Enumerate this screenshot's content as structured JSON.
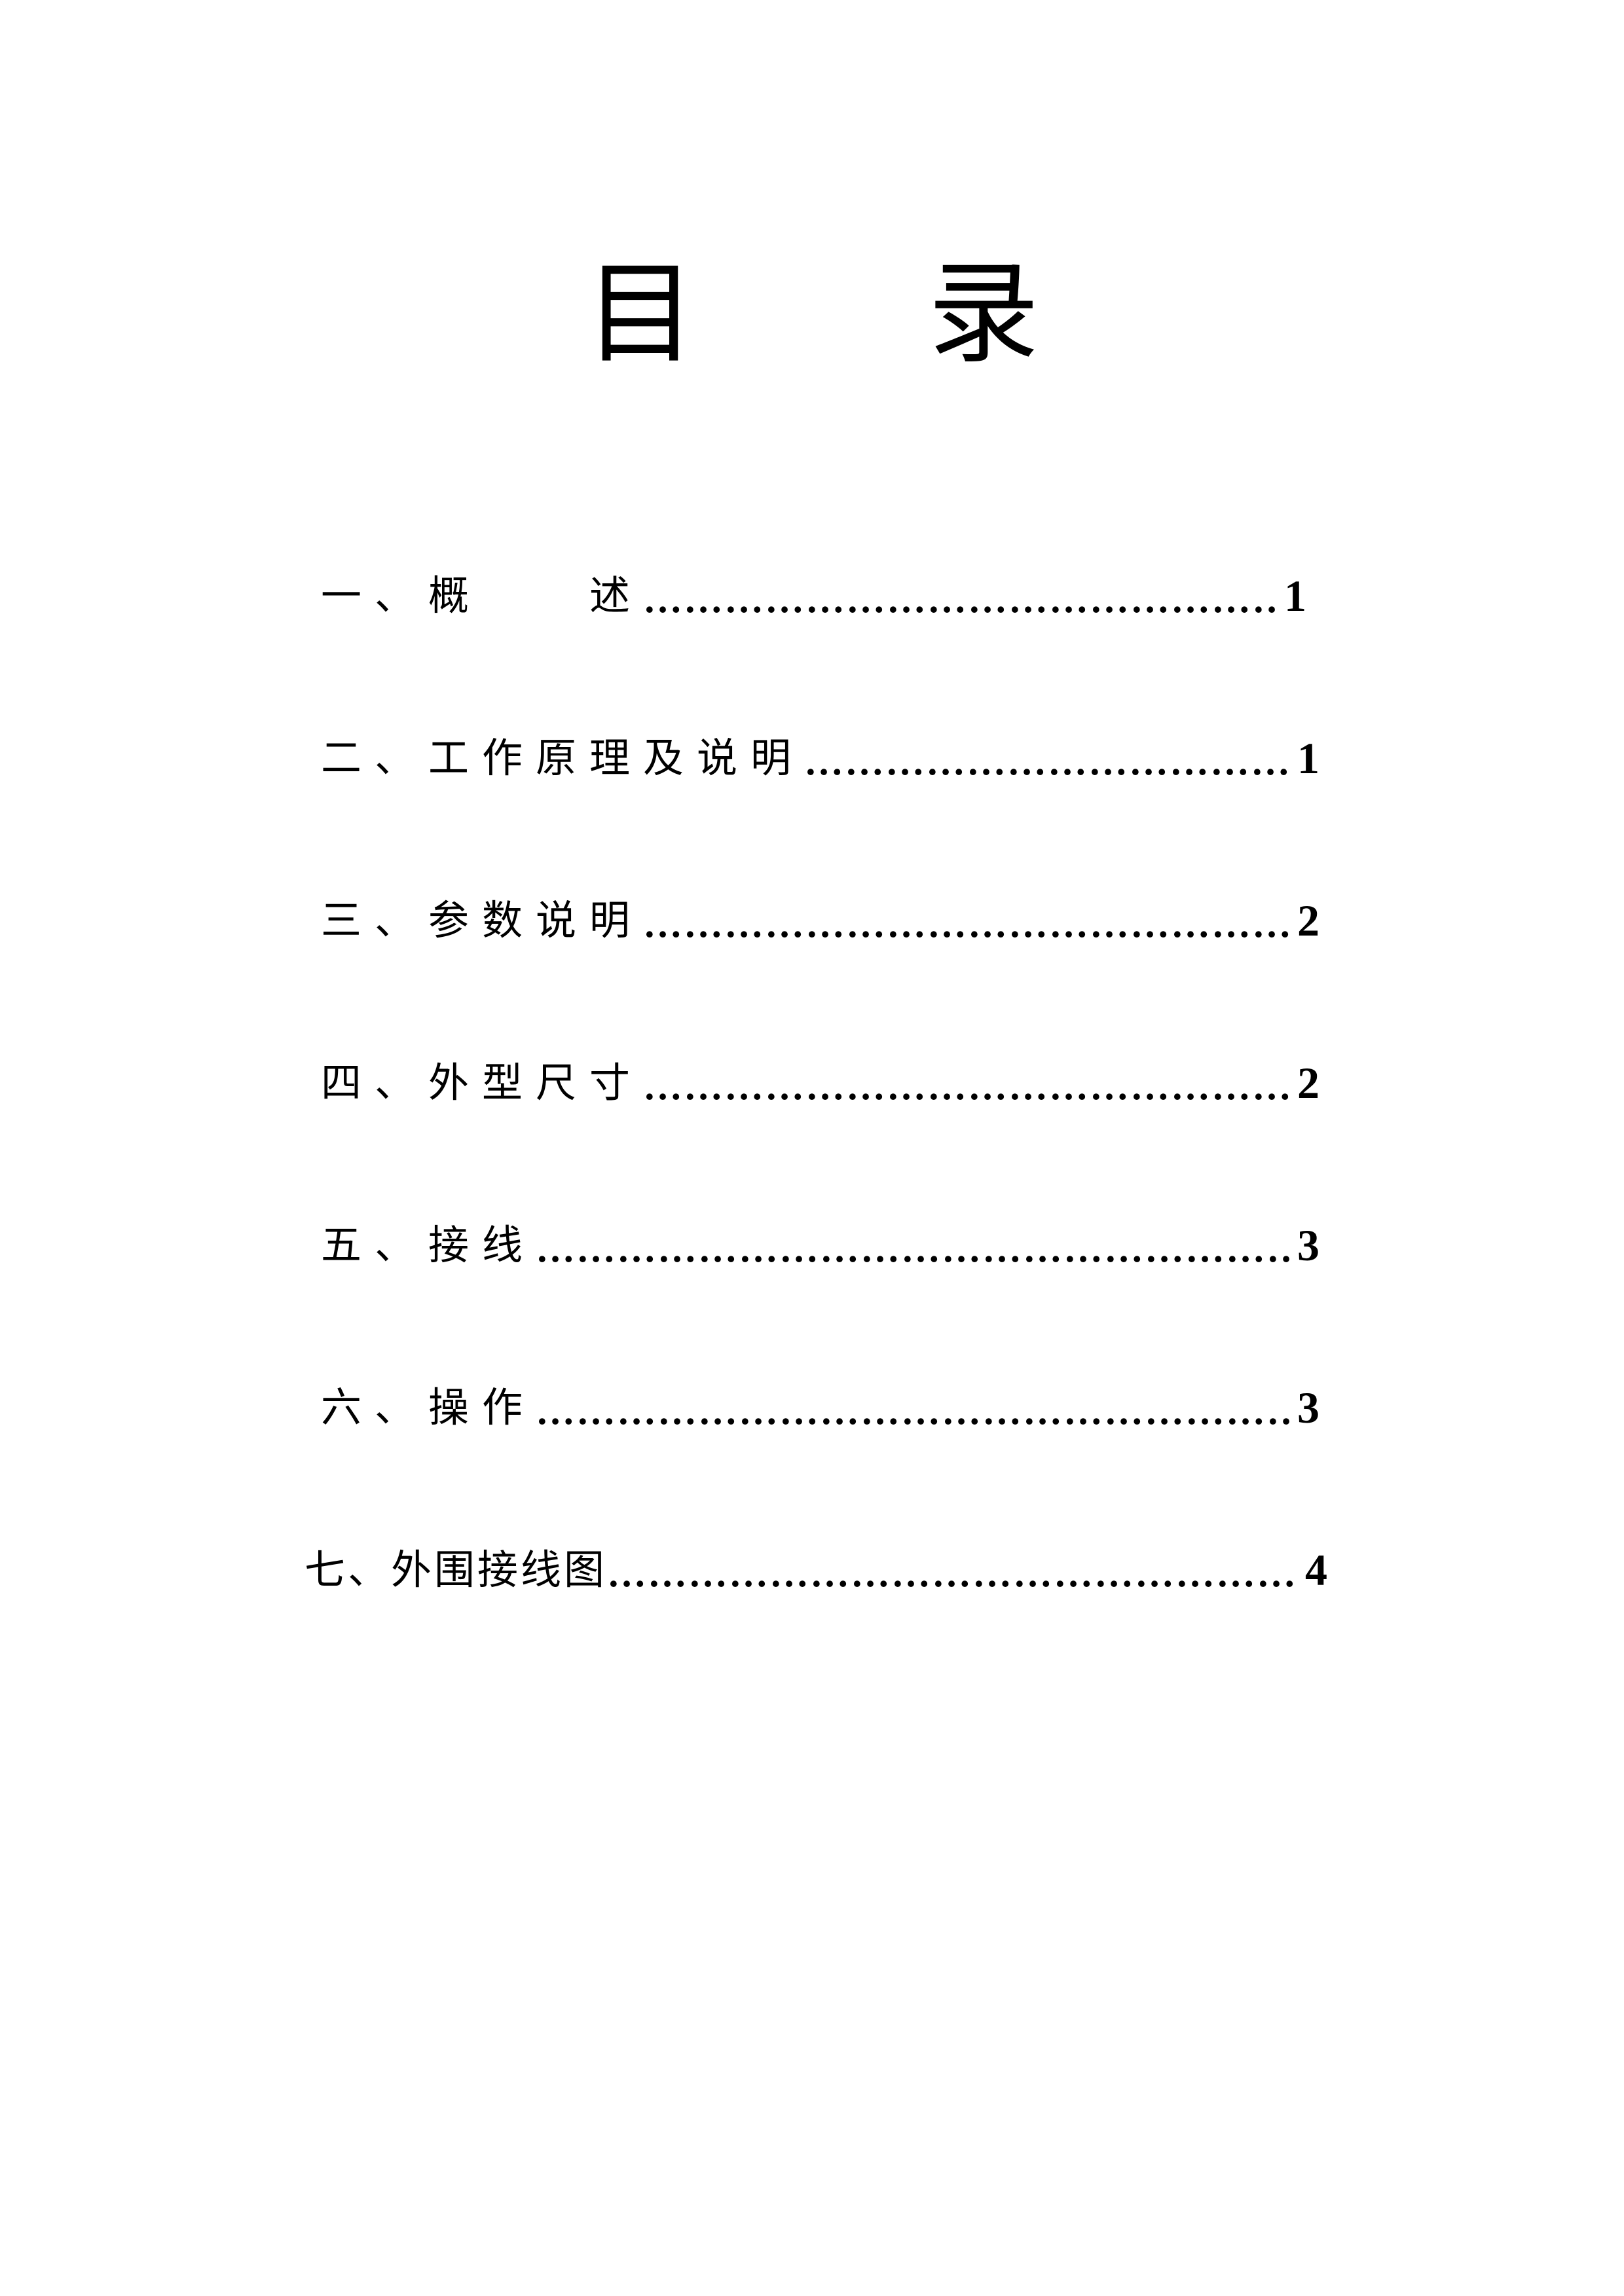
{
  "title": "目 录",
  "toc": [
    {
      "label": "一、概　　述",
      "dots": "…………………………………………………………………………",
      "page": "1"
    },
    {
      "label": "二、工作原理及说明",
      "dots": "…………………………………………………………………………",
      "page": "1"
    },
    {
      "label": "三、参数说明",
      "dots": "…………………………………………………………………………",
      "page": "2"
    },
    {
      "label": "四、外型尺寸",
      "dots": "…………………………………………………………………………",
      "page": "2"
    },
    {
      "label": "五、接线",
      "dots": "…………………………………………………………………………",
      "page": "3"
    },
    {
      "label": "六、操作",
      "dots": "…………………………………………………………………………",
      "page": "3"
    },
    {
      "label": "七、外围接线图",
      "dots": "…………………………………………………………………………",
      "page": "4"
    }
  ]
}
